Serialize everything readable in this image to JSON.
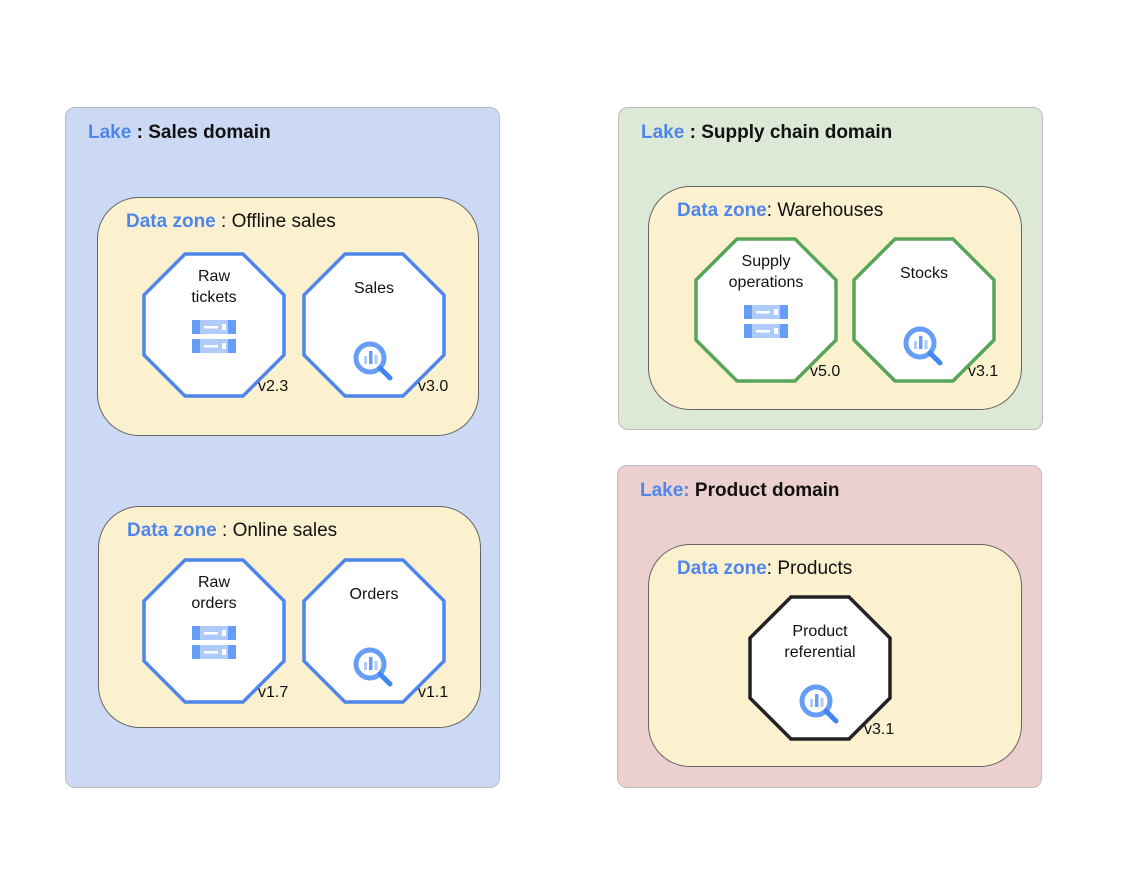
{
  "colors": {
    "blue": "#4f86ec",
    "green": "#57a55a",
    "black": "#222222",
    "sales_lake": "#cbd9f4",
    "supply_lake": "#dde8d6",
    "product_lake": "#ecd0cf",
    "zone": "#fcf1cf"
  },
  "lakes": [
    {
      "keyword": "Lake",
      "sep": " : ",
      "name": "Sales domain",
      "zones": [
        {
          "keyword": "Data zone",
          "sep": " : ",
          "name": "Offline sales",
          "assets": [
            {
              "label": "Raw tickets",
              "icon": "storage-icon",
              "version": "v2.3",
              "border": "blue"
            },
            {
              "label": "Sales",
              "icon": "bigquery-icon",
              "version": "v3.0",
              "border": "blue"
            }
          ]
        },
        {
          "keyword": "Data zone",
          "sep": " : ",
          "name": "Online sales",
          "assets": [
            {
              "label": "Raw orders",
              "icon": "storage-icon",
              "version": "v1.7",
              "border": "blue"
            },
            {
              "label": "Orders",
              "icon": "bigquery-icon",
              "version": "v1.1",
              "border": "blue"
            }
          ]
        }
      ]
    },
    {
      "keyword": "Lake",
      "sep": " : ",
      "name": "Supply chain domain",
      "zones": [
        {
          "keyword": "Data zone",
          "sep": ": ",
          "name": "Warehouses",
          "assets": [
            {
              "label": "Supply operations",
              "icon": "storage-icon",
              "version": "v5.0",
              "border": "green"
            },
            {
              "label": "Stocks",
              "icon": "bigquery-icon",
              "version": "v3.1",
              "border": "green"
            }
          ]
        }
      ]
    },
    {
      "keyword": "Lake:",
      "sep": " ",
      "name": "Product domain",
      "zones": [
        {
          "keyword": "Data zone",
          "sep": ": ",
          "name": "Products",
          "assets": [
            {
              "label": "Product referential",
              "icon": "bigquery-icon",
              "version": "v3.1",
              "border": "black"
            }
          ]
        }
      ]
    }
  ]
}
